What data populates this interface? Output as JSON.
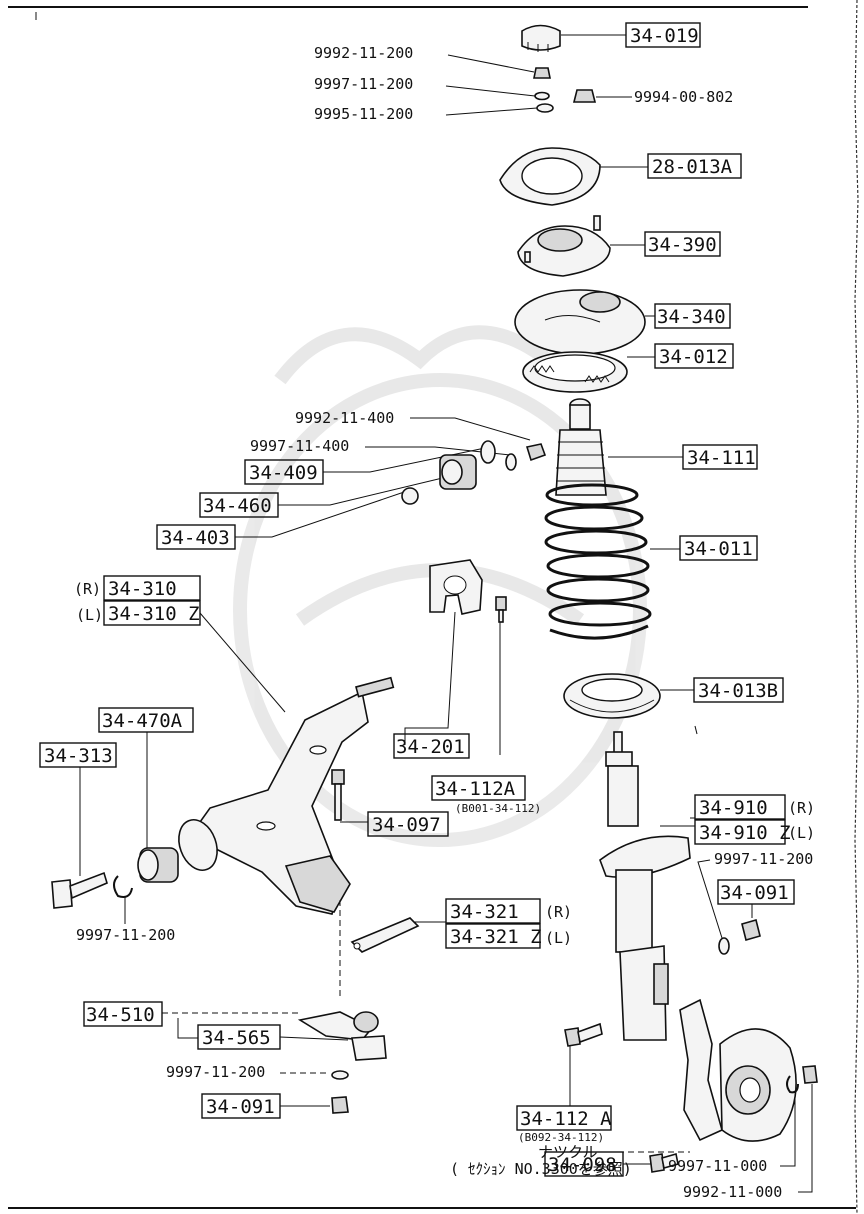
{
  "labels": {
    "p34_019": "34-019",
    "n9992_11_200_top": "9992-11-200",
    "n9997_11_200_top": "9997-11-200",
    "n9995_11_200": "9995-11-200",
    "n9994_00_802": "9994-00-802",
    "p28_013A": "28-013A",
    "p34_390": "34-390",
    "p34_340": "34-340",
    "p34_012": "34-012",
    "n9992_11_400": "9992-11-400",
    "n9997_11_400": "9997-11-400",
    "p34_409": "34-409",
    "p34_111": "34-111",
    "p34_460": "34-460",
    "p34_011": "34-011",
    "p34_403": "34-403",
    "r_mark": "(R)",
    "l_mark": "(L)",
    "p34_310": "34-310",
    "p34_310Z": "34-310 Z",
    "p34_013B": "34-013B",
    "p34_470A": "34-470A",
    "p34_313": "34-313",
    "p34_201": "34-201",
    "p34_910": "34-910",
    "p34_910Z": "34-910 Z",
    "p34_910_r": "(R)",
    "p34_910_l": "(L)",
    "p34_112A_top": "34-112A",
    "b001": "(B001-34-112)",
    "p34_097": "34-097",
    "n9997_11_200_right": "9997-11-200",
    "p34_091_right": "34-091",
    "n9997_11_200_left": "9997-11-200",
    "p34_321": "34-321",
    "p34_321Z": "34-321 Z",
    "p34_321_r": "(R)",
    "p34_321_l": "(L)",
    "p34_510": "34-510",
    "p34_565": "34-565",
    "n9997_11_200_bottom": "9997-11-200",
    "p34_112A_bottom": "34-112 A",
    "b092": "(B092-34-112)",
    "knuckle": "ナツクル",
    "section_ref": "( ｾｸｼｮﾝ NO.3300を参照)",
    "p34_091_bottom": "34-091",
    "p34_098": "34-098",
    "n9997_11_000": "9997-11-000",
    "n9992_11_000": "9992-11-000"
  }
}
